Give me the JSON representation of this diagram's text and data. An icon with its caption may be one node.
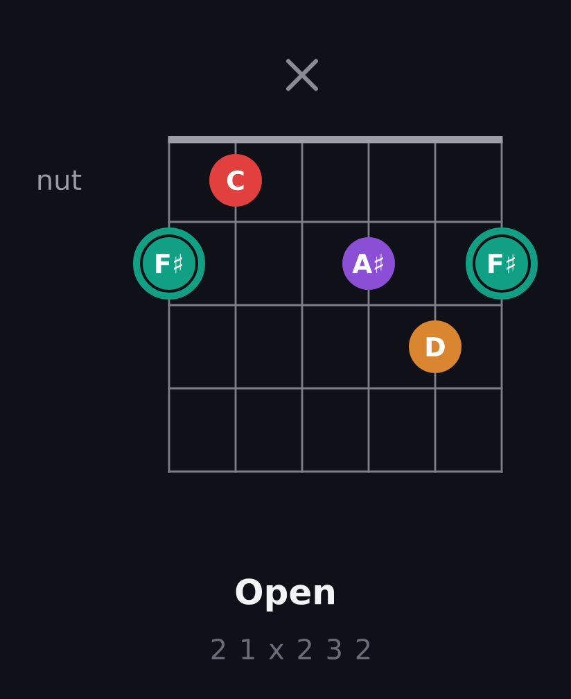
{
  "diagram": {
    "title": "Open",
    "nodes": [
      {
        "text": [
          "C"
        ]
      },
      {
        "text": [
          "F♯"
        ]
      },
      {
        "text": [
          "A♯"
        ]
      },
      {
        "text": [
          "F♯"
        ]
      },
      {
        "text": [
          "D"
        ]
      }
    ],
    "labels": [
      "nut",
      "2 1 x 2 3 2"
    ]
  }
}
